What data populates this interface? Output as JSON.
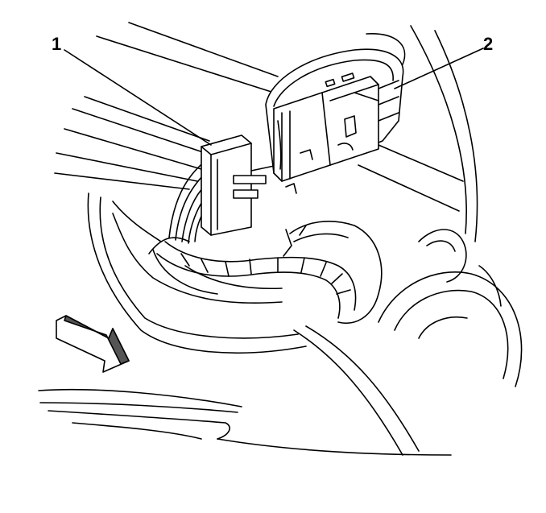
{
  "callouts": [
    {
      "id": "1",
      "label": "1"
    },
    {
      "id": "2",
      "label": "2"
    }
  ],
  "colors": {
    "line": "#000000",
    "background": "#ffffff",
    "arrow_shade": "#555555"
  }
}
